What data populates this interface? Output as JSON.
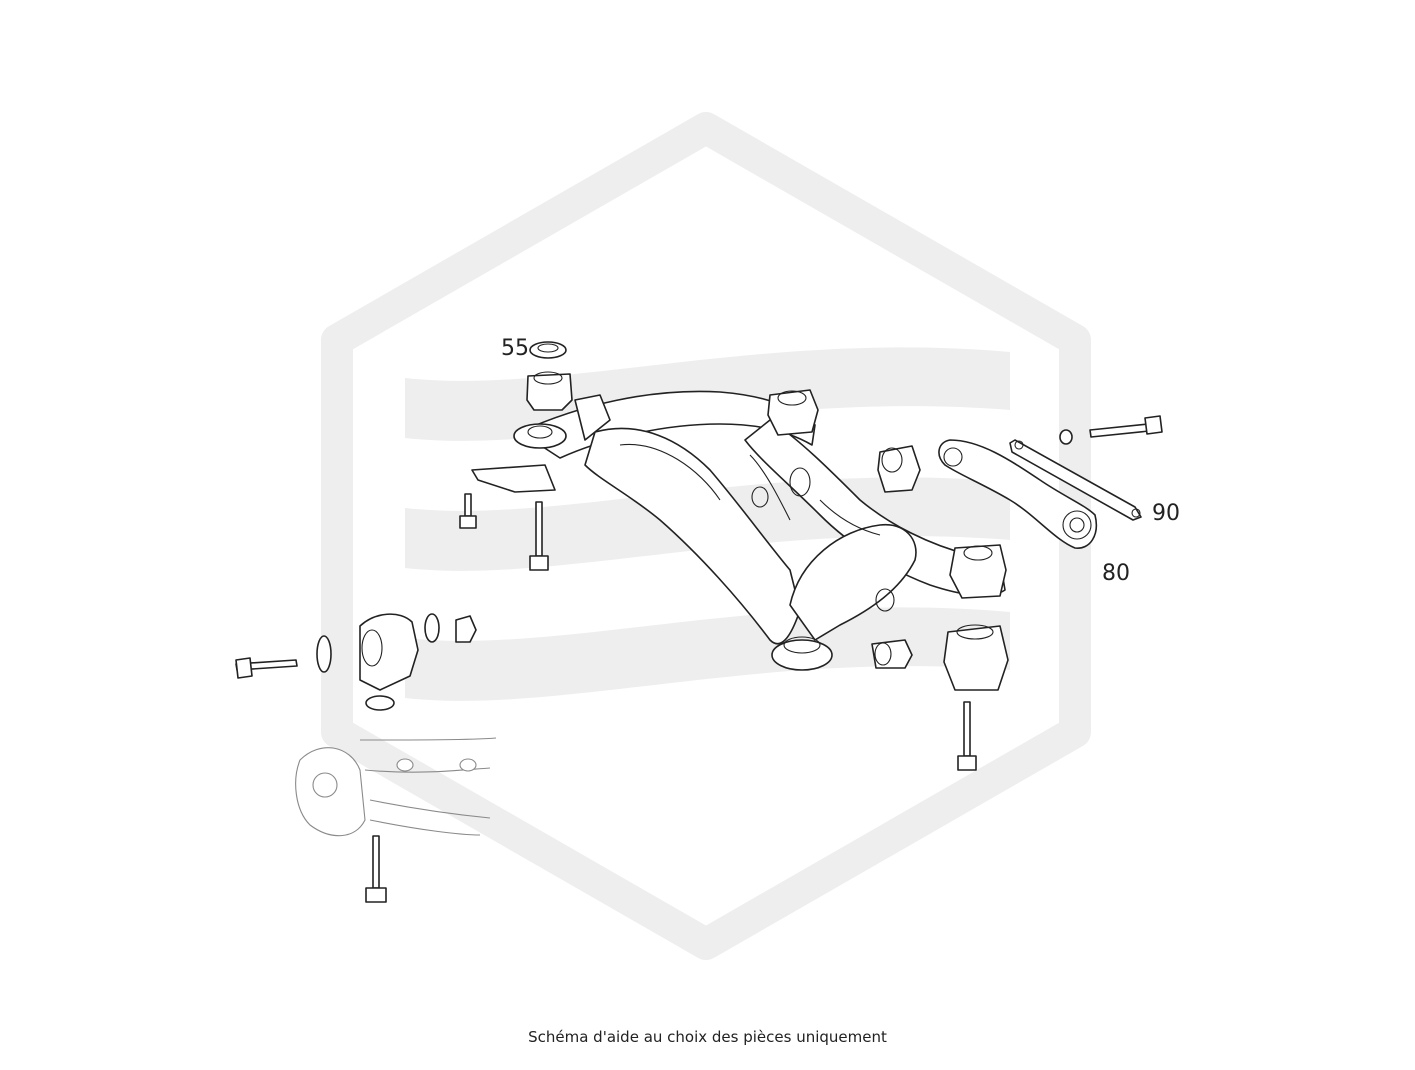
{
  "callouts": {
    "c55": "55",
    "c90": "90",
    "c80": "80"
  },
  "caption": "Schéma d'aide au choix des pièces uniquement",
  "colors": {
    "watermark": "#eeeeee",
    "line": "#222222",
    "faint_line": "#8a8a8a",
    "background": "#ffffff"
  },
  "watermark_icon": "hexagon-stripes-logo"
}
